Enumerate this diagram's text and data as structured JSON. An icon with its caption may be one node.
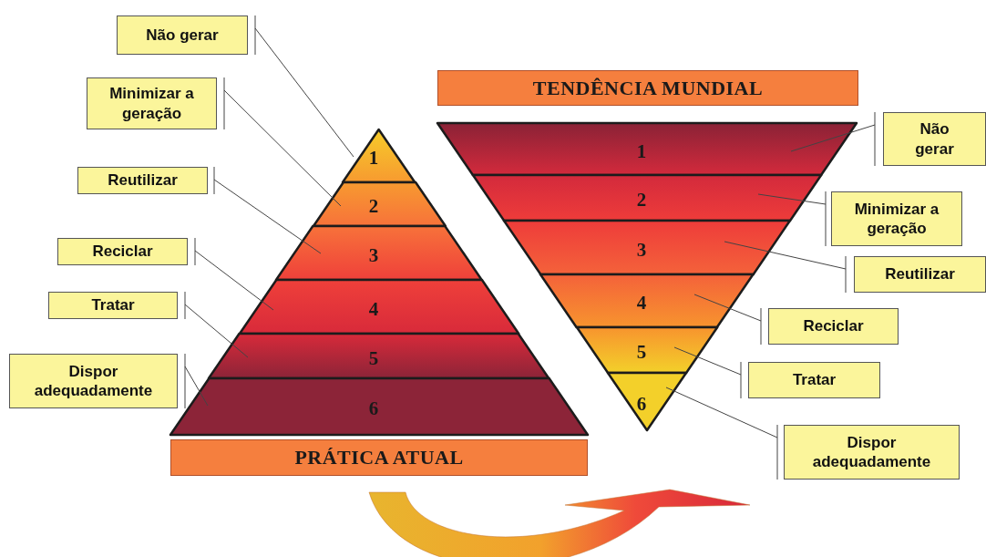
{
  "diagram": {
    "nodes": [
      {
        "text": [
          "Não gerar"
        ]
      },
      {
        "text": [
          "Minimizar a geração"
        ]
      },
      {
        "text": [
          "Reutilizar"
        ]
      },
      {
        "text": [
          "Reciclar"
        ]
      },
      {
        "text": [
          "Tratar"
        ]
      },
      {
        "text": [
          "Dispor adequadamente"
        ]
      },
      {
        "text": [
          "1"
        ]
      },
      {
        "text": [
          "2"
        ]
      },
      {
        "text": [
          "3"
        ]
      },
      {
        "text": [
          "4"
        ]
      },
      {
        "text": [
          "5"
        ]
      },
      {
        "text": [
          "6"
        ]
      },
      {
        "text": [
          "PRÁTICA ATUAL"
        ]
      },
      {
        "text": [
          "TENDÊNCIA MUNDIAL"
        ]
      },
      {
        "text": [
          "1"
        ]
      },
      {
        "text": [
          "2"
        ]
      },
      {
        "text": [
          "3"
        ]
      },
      {
        "text": [
          "4"
        ]
      },
      {
        "text": [
          "5"
        ]
      },
      {
        "text": [
          "6"
        ]
      },
      {
        "text": [
          "Não gerar"
        ]
      },
      {
        "text": [
          "Minimizar a geração"
        ]
      },
      {
        "text": [
          "Reutilizar"
        ]
      },
      {
        "text": [
          "Reciclar"
        ]
      },
      {
        "text": [
          "Tratar"
        ]
      },
      {
        "text": [
          "Dispor adequadamente"
        ]
      }
    ],
    "edges": [
      {
        "from": 0,
        "to": 6,
        "arrow": "none"
      },
      {
        "from": 1,
        "to": 7,
        "arrow": "none"
      },
      {
        "from": 2,
        "to": 8,
        "arrow": "none"
      },
      {
        "from": 3,
        "to": 9,
        "arrow": "none"
      },
      {
        "from": 4,
        "to": 10,
        "arrow": "none"
      },
      {
        "from": 5,
        "to": 11,
        "arrow": "none"
      },
      {
        "from": 20,
        "to": 14,
        "arrow": "none"
      },
      {
        "from": 21,
        "to": 15,
        "arrow": "none"
      },
      {
        "from": 22,
        "to": 16,
        "arrow": "none"
      },
      {
        "from": 23,
        "to": 17,
        "arrow": "none"
      },
      {
        "from": 24,
        "to": 18,
        "arrow": "none"
      },
      {
        "from": 25,
        "to": 19,
        "arrow": "none"
      },
      {
        "from": 12,
        "to": null,
        "arrow": "to"
      }
    ]
  }
}
